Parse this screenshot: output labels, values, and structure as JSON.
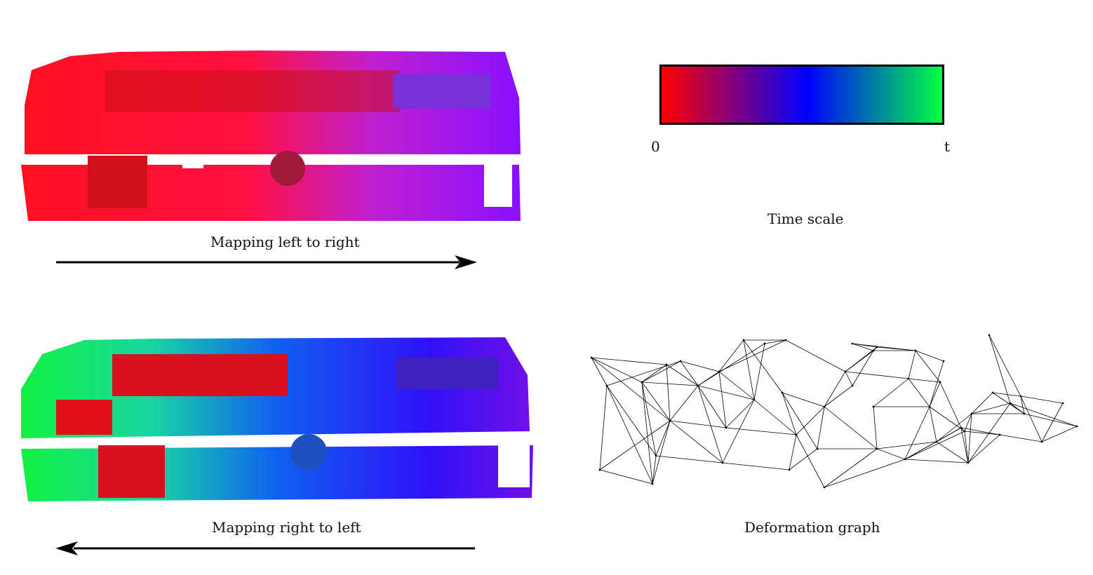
{
  "top_left": {
    "caption": "Mapping left to right"
  },
  "bottom_left": {
    "caption": "Mapping right to left"
  },
  "time_scale": {
    "caption": "Time scale",
    "start_label": "0",
    "end_label": "t",
    "colors": [
      "#ff0000",
      "#0000ff",
      "#00ff44"
    ]
  },
  "deformation": {
    "caption": "Deformation graph"
  }
}
